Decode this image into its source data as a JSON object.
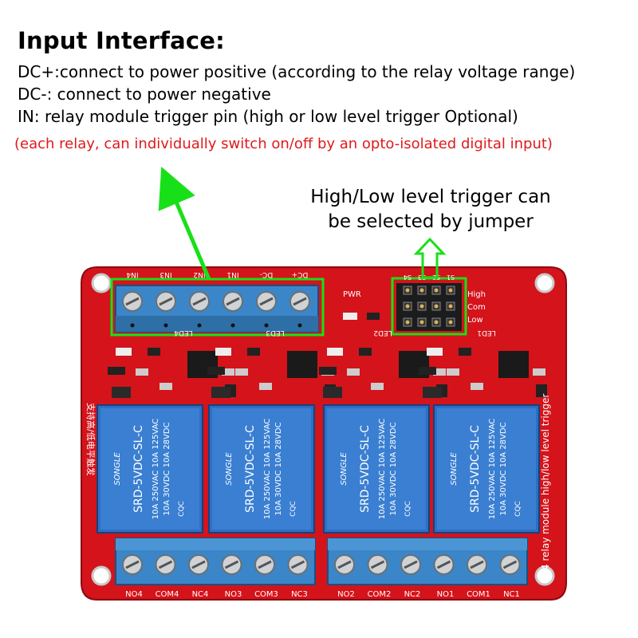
{
  "header": {
    "title": "Input Interface:",
    "lines": [
      "DC+:connect to power positive (according to the relay voltage range)",
      "DC-: connect to power negative",
      "IN: relay module trigger pin (high or low level trigger Optional)"
    ],
    "note": "(each relay, can individually switch on/off by an opto-isolated digital input)"
  },
  "callout": {
    "line1": "High/Low level trigger can",
    "line2": "be selected by jumper"
  },
  "board": {
    "input_pins": [
      "IN4",
      "IN3",
      "IN2",
      "IN1",
      "DC-",
      "DC+"
    ],
    "jumper_labels": [
      "High",
      "Com",
      "Low"
    ],
    "jumper_pins": [
      "S4",
      "S3",
      "S2",
      "S1"
    ],
    "pwr_label": "PWR",
    "led_labels": [
      "LED4",
      "LED3",
      "LED2",
      "LED1"
    ],
    "relay": {
      "brand": "SONGLE",
      "model": "SRD-5VDC-SL-C",
      "rating1": "10A 250VAC  10A 125VAC",
      "rating2": "10A 30VDC  10A 28VDC",
      "cqc": "CQC"
    },
    "side_text": "4 relay module high/low level trigger",
    "side_text_cn": "支持高/低电平触发",
    "output_left": [
      "NO4",
      "COM4",
      "NC4",
      "NO3",
      "COM3",
      "NC3"
    ],
    "output_right": [
      "NO2",
      "COM2",
      "NC2",
      "NO1",
      "COM1",
      "NC1"
    ]
  },
  "colors": {
    "pcb": "#d4131b",
    "terminal": "#3a86c8",
    "relay": "#2d6fc4",
    "highlight": "#18e018",
    "note": "#e0191b"
  }
}
